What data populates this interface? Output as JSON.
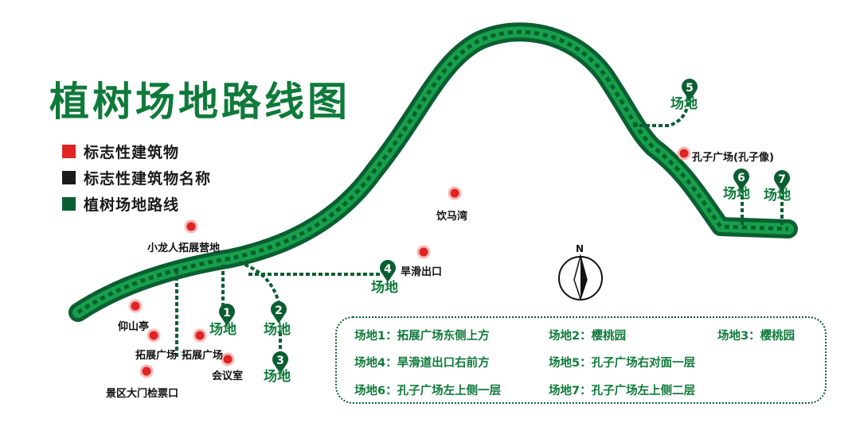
{
  "title": "植树场地路线图",
  "legend": [
    {
      "label": "标志性建筑物",
      "color": "#e02323"
    },
    {
      "label": "标志性建筑物名称",
      "color": "#1a1a1a"
    },
    {
      "label": "植树场地路线",
      "color": "#0b5e32"
    }
  ],
  "colors": {
    "route_dark": "#0b5e32",
    "route_light": "#16a04a",
    "landmark_red": "#e02323"
  },
  "landmarks": [
    {
      "name": "小龙人拓展营地"
    },
    {
      "name": "饮马湾"
    },
    {
      "name": "旱滑出口"
    },
    {
      "name": "孔子广场(孔子像)"
    },
    {
      "name": "仰山亭"
    },
    {
      "name": "拓展广场"
    },
    {
      "name": "拓展广场"
    },
    {
      "name": "会议室"
    },
    {
      "name": "景区大门检票口"
    }
  ],
  "sites": [
    {
      "num": "1",
      "label": "场地"
    },
    {
      "num": "2",
      "label": "场地"
    },
    {
      "num": "3",
      "label": "场地"
    },
    {
      "num": "4",
      "label": "场地"
    },
    {
      "num": "5",
      "label": "场地"
    },
    {
      "num": "6",
      "label": "场地"
    },
    {
      "num": "7",
      "label": "场地"
    }
  ],
  "compass": {
    "label": "N"
  },
  "site_info": [
    "场地1：拓展广场东侧上方",
    "场地2：樱桃园",
    "场地3：樱桃园",
    "场地4：旱滑道出口右前方",
    "场地5：孔子广场右对面一层",
    "场地6：孔子广场左上侧一层",
    "场地7：孔子广场左上侧二层"
  ]
}
